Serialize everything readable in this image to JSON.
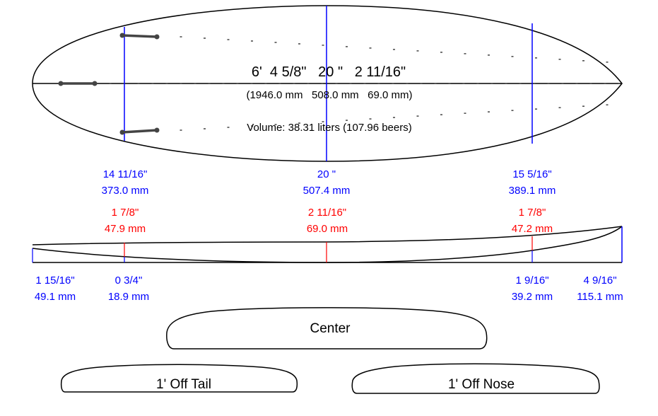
{
  "plan": {
    "dimensions": "6'  4 5/8\"   20 \"   2 11/16\"",
    "dimensions_mm": "(1946.0 mm   508.0 mm   69.0 mm)",
    "volume": "Volume: 38.31 liters (107.96 beers)"
  },
  "widths": [
    {
      "inches": "14 11/16\"",
      "mm": "373.0 mm"
    },
    {
      "inches": "20 \"",
      "mm": "507.4 mm"
    },
    {
      "inches": "15 5/16\"",
      "mm": "389.1 mm"
    }
  ],
  "thickness": [
    {
      "inches": "1 7/8\"",
      "mm": "47.9 mm"
    },
    {
      "inches": "2 11/16\"",
      "mm": "69.0 mm"
    },
    {
      "inches": "1 7/8\"",
      "mm": "47.2 mm"
    }
  ],
  "rocker": [
    {
      "inches": "1 15/16\"",
      "mm": "49.1 mm"
    },
    {
      "inches": "0 3/4\"",
      "mm": "18.9 mm"
    },
    {
      "inches": "1 9/16\"",
      "mm": "39.2 mm"
    },
    {
      "inches": "4 9/16\"",
      "mm": "115.1 mm"
    }
  ],
  "foils": {
    "center": "Center",
    "tail": "1' Off Tail",
    "nose": "1' Off Nose"
  },
  "colors": {
    "measure_width": "#0000ff",
    "measure_thickness": "#ff0000",
    "outline": "#000000",
    "fins": "#444444"
  }
}
